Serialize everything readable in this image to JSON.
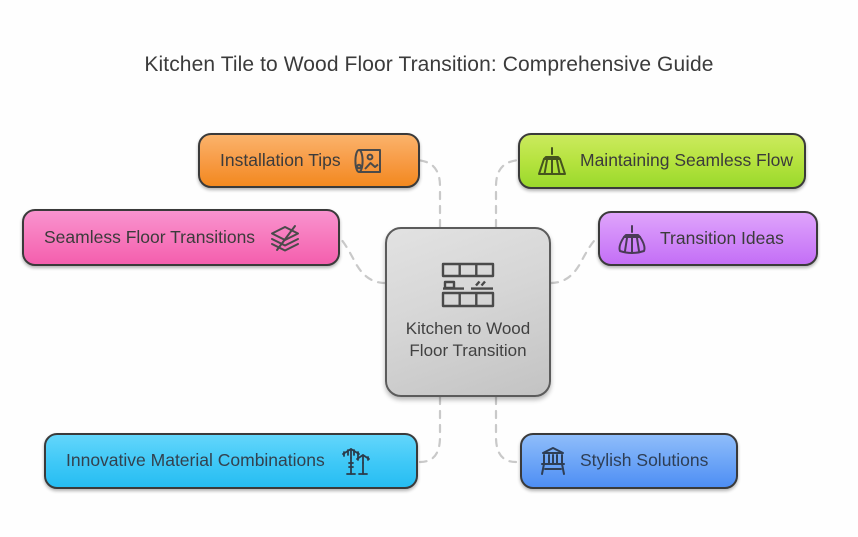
{
  "page": {
    "title": "Kitchen Tile to Wood Floor Transition: Comprehensive Guide",
    "background_color": "#fefefe",
    "title_color": "#3b3b3b"
  },
  "diagram": {
    "type": "mind-map",
    "connector_style": "dashed",
    "connector_color": "#c9c9c9",
    "central": {
      "label": "Kitchen to Wood Floor Transition",
      "icon": "brick-wall-icon",
      "fill_top": "#e2e2e2",
      "fill_bottom": "#c3c3c3",
      "border_color": "#5b5b5b"
    },
    "branches": [
      {
        "id": "installation-tips",
        "label": "Installation Tips",
        "icon": "blueprint-roll-icon",
        "icon_side": "right",
        "fill_top": "#fbb36b",
        "fill_bottom": "#f3891f",
        "border_color": "#3a3a3a"
      },
      {
        "id": "seamless-floor-transitions",
        "label": "Seamless Floor Transitions",
        "icon": "layers-stack-icon",
        "icon_side": "right",
        "fill_top": "#f993cf",
        "fill_bottom": "#f45fae",
        "border_color": "#3a3a3a"
      },
      {
        "id": "innovative-material-combinations",
        "label": "Innovative Material Combinations",
        "icon": "trees-icon",
        "icon_side": "right",
        "fill_top": "#63d6fb",
        "fill_bottom": "#26bdf2",
        "border_color": "#3a3a3a"
      },
      {
        "id": "maintaining-seamless-flow",
        "label": "Maintaining Seamless Flow",
        "icon": "broom-icon",
        "icon_side": "left",
        "fill_top": "#cbea5e",
        "fill_bottom": "#9ad92c",
        "border_color": "#3a3a3a"
      },
      {
        "id": "transition-ideas",
        "label": "Transition Ideas",
        "icon": "broom-icon",
        "icon_side": "left",
        "fill_top": "#dfa4fb",
        "fill_bottom": "#c46ff6",
        "border_color": "#3a3a3a"
      },
      {
        "id": "stylish-solutions",
        "label": "Stylish Solutions",
        "icon": "chair-icon",
        "icon_side": "left",
        "fill_top": "#8fbdfa",
        "fill_bottom": "#4e8ef4",
        "border_color": "#3a3a3a"
      }
    ]
  }
}
